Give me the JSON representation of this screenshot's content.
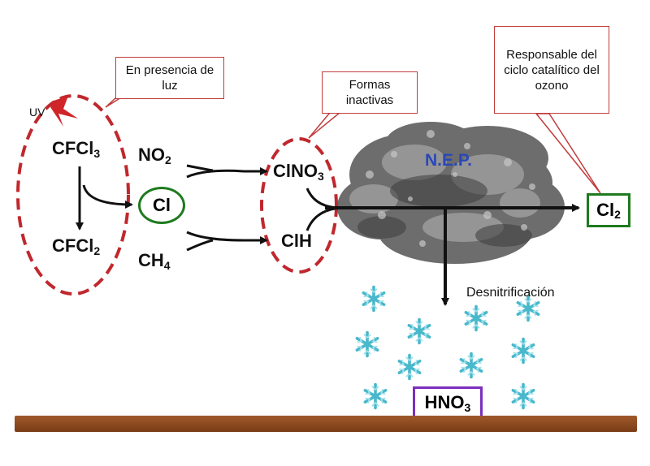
{
  "callouts": {
    "luz": "En presencia de luz",
    "inactivas": "Formas inactivas",
    "responsable": "Responsable del ciclo catalítico del ozono"
  },
  "species": {
    "uv": "UV",
    "cfcl3": {
      "base": "CFCl",
      "sub": "3"
    },
    "cfcl2": {
      "base": "CFCl",
      "sub": "2"
    },
    "no2": {
      "base": "NO",
      "sub": "2"
    },
    "cl": "Cl",
    "ch4": {
      "base": "CH",
      "sub": "4"
    },
    "clno3": {
      "base": "ClNO",
      "sub": "3"
    },
    "clh": "ClH",
    "cl2": {
      "base": "Cl",
      "sub": "2"
    },
    "hno3": {
      "base": "HNO",
      "sub": "3"
    }
  },
  "cloud_label": "N.E.P.",
  "process_label": "Desnitrificación",
  "colors": {
    "dashed_ellipse": "#c0282d",
    "callout_border": "#c23b3b",
    "cl_box": "#1e7a1e",
    "hno3_box": "#7b2fbf",
    "cloud_text": "#2a47b8",
    "snowflake": "#48b8cc",
    "ground": "#8b4a1f"
  },
  "icons": [
    "lightning-icon",
    "snowflake-icon",
    "cloud-icon"
  ]
}
